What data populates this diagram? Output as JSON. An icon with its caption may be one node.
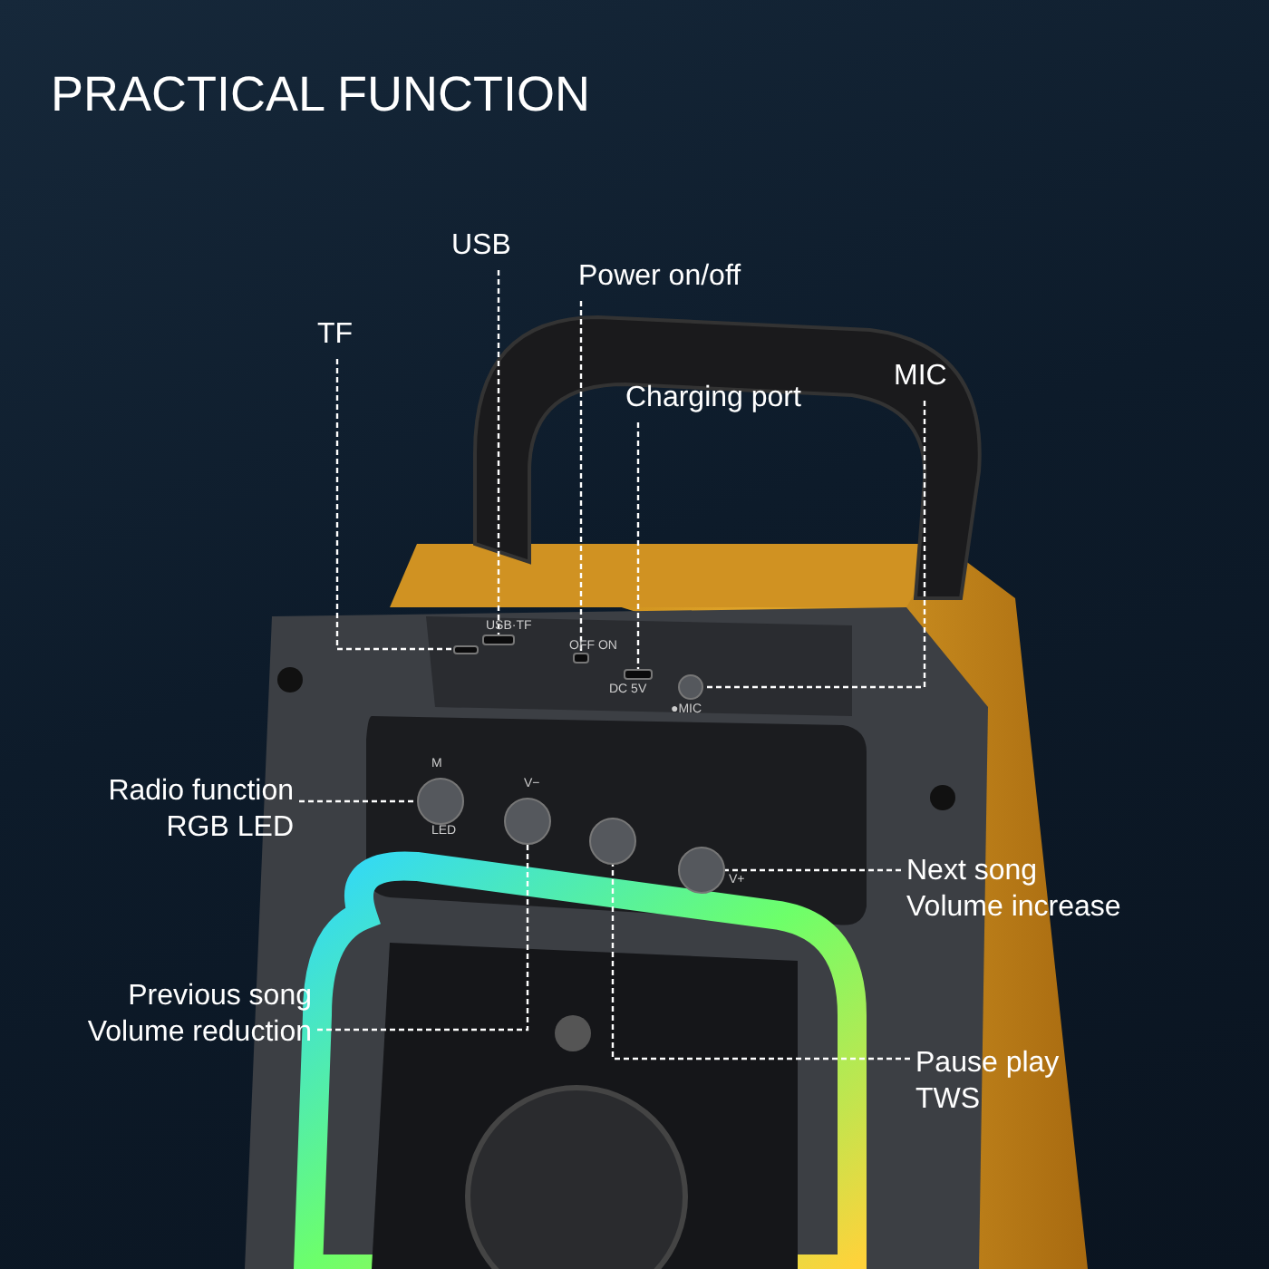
{
  "diagram": {
    "title": "PRACTICAL FUNCTION",
    "nodes": [
      {
        "text": [
          "USB"
        ]
      },
      {
        "text": [
          "Power on/off"
        ]
      },
      {
        "text": [
          "TF"
        ]
      },
      {
        "text": [
          "Charging port"
        ]
      },
      {
        "text": [
          "MIC"
        ]
      },
      {
        "text": [
          "Radio function RGB LED"
        ]
      },
      {
        "text": [
          "Next song Volume increase"
        ]
      },
      {
        "text": [
          "Previous song Volume reduction"
        ]
      },
      {
        "text": [
          "Pause play TWS"
        ]
      },
      {
        "text": [],
        "shape": "box"
      },
      {
        "text": [],
        "shape": "box"
      },
      {
        "text": [],
        "shape": "box"
      },
      {
        "text": [],
        "shape": "box"
      },
      {
        "text": [],
        "shape": "circle"
      },
      {
        "text": [],
        "shape": "circle",
        "beside": [
          "M",
          "LED"
        ]
      },
      {
        "text": [],
        "shape": "circle",
        "beside": [
          "V−"
        ]
      },
      {
        "text": [],
        "shape": "circle"
      },
      {
        "text": [],
        "shape": "circle",
        "beside": [
          "V+"
        ]
      }
    ],
    "edges": [
      {
        "from": 0,
        "to": 10,
        "arrow": "none",
        "style": "dashed"
      },
      {
        "from": 1,
        "to": 11,
        "arrow": "none",
        "style": "dashed"
      },
      {
        "from": 2,
        "to": 9,
        "arrow": "none",
        "style": "dashed"
      },
      {
        "from": 3,
        "to": 12,
        "arrow": "none",
        "style": "dashed"
      },
      {
        "from": 4,
        "to": 13,
        "arrow": "none",
        "style": "dashed"
      },
      {
        "from": 5,
        "to": 14,
        "arrow": "none",
        "style": "dashed"
      },
      {
        "from": 6,
        "to": 17,
        "arrow": "none",
        "style": "dashed"
      },
      {
        "from": 7,
        "to": 15,
        "arrow": "none",
        "style": "dashed"
      },
      {
        "from": 8,
        "to": 16,
        "arrow": "none",
        "style": "dashed"
      }
    ],
    "labels": [
      "USB·TF",
      "OFF ON",
      "DC 5V",
      "●MIC"
    ]
  }
}
